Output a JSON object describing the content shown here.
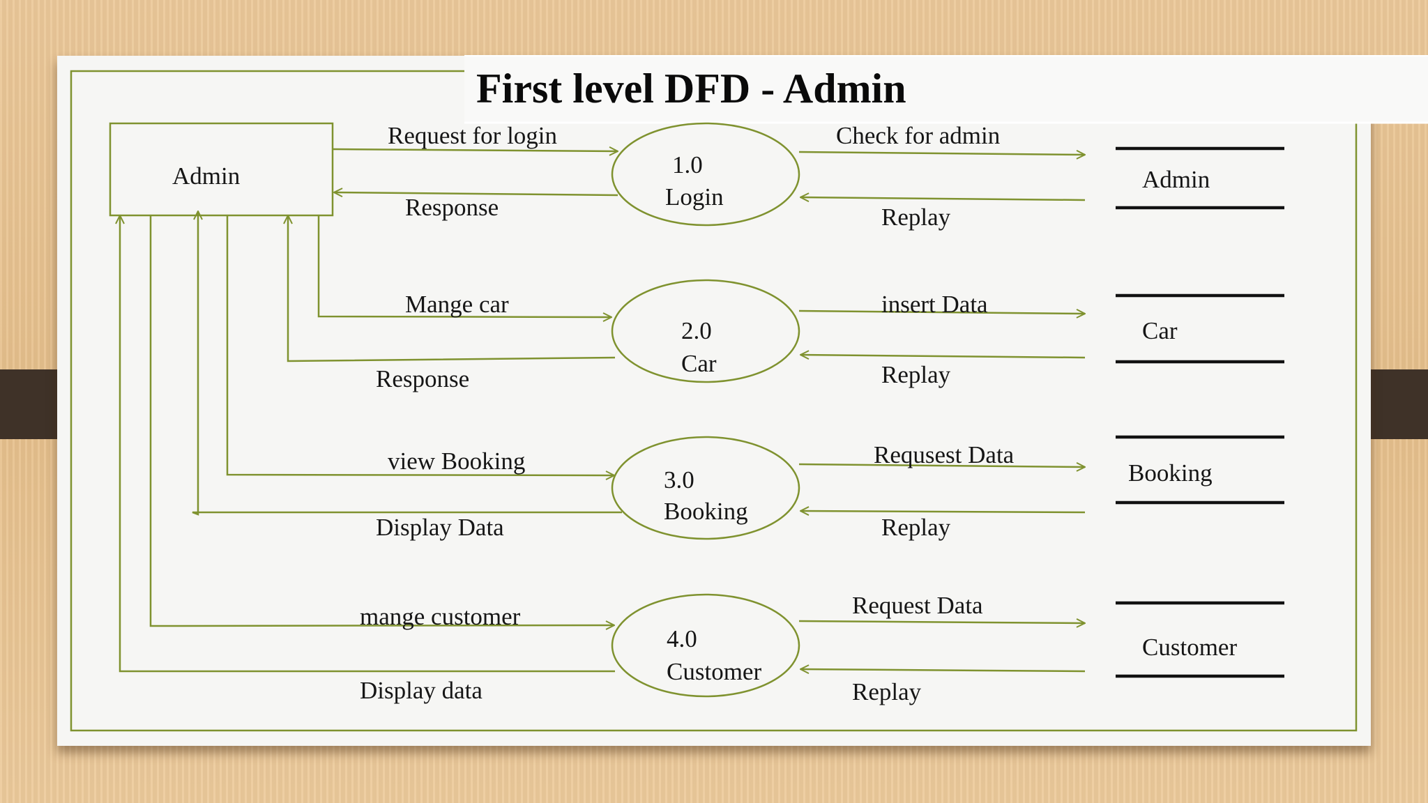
{
  "title": "First level DFD - Admin",
  "entity": {
    "label": "Admin"
  },
  "processes": [
    {
      "number": "1.0",
      "name": "Login"
    },
    {
      "number": "2.0",
      "name": "Car"
    },
    {
      "number": "3.0",
      "name": "Booking"
    },
    {
      "number": "4.0",
      "name": "Customer"
    }
  ],
  "datastores": [
    "Admin",
    "Car",
    "Booking",
    "Customer"
  ],
  "flows": {
    "login_request": "Request for login",
    "login_response": "Response",
    "check_admin": "Check for admin",
    "admin_replay": "Replay",
    "manage_car": "Mange car",
    "car_response": "Response",
    "insert_data": "insert Data",
    "car_replay": "Replay",
    "view_booking": "view Booking",
    "display_data_booking": "Display Data",
    "request_data_booking": "Requsest Data",
    "booking_replay": "Replay",
    "manage_customer": "mange customer",
    "display_data_customer": "Display data",
    "request_data_customer": "Request Data",
    "customer_replay": "Replay"
  },
  "colors": {
    "line": "#7f922f",
    "store_bar": "#111111",
    "slide_bg": "#f6f6f4",
    "tab": "#3f3228"
  }
}
